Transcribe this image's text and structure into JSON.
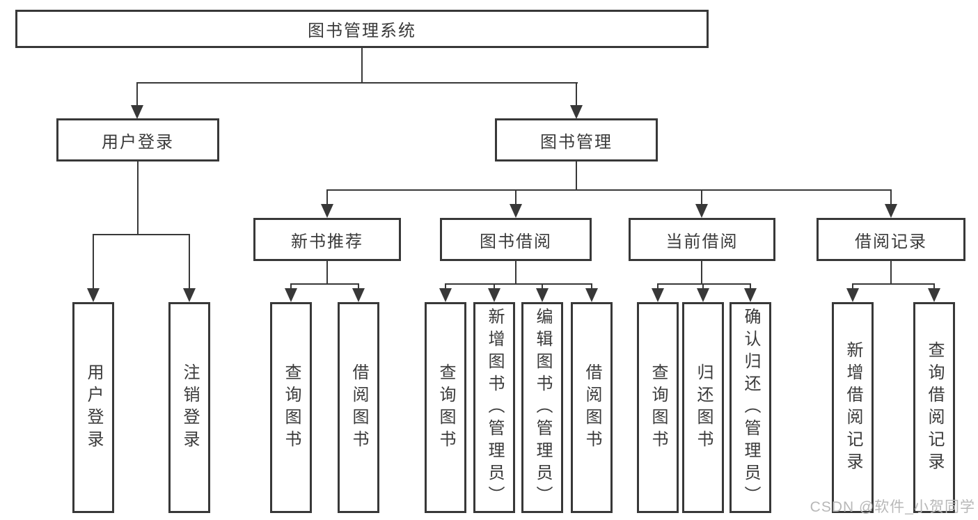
{
  "diagram": {
    "root": {
      "label": "图书管理系统"
    },
    "level2": [
      {
        "label": "用户登录"
      },
      {
        "label": "图书管理"
      }
    ],
    "level3": [
      {
        "label": "新书推荐"
      },
      {
        "label": "图书借阅"
      },
      {
        "label": "当前借阅"
      },
      {
        "label": "借阅记录"
      }
    ],
    "leaf_groups": [
      {
        "parent": "用户登录",
        "items": [
          {
            "label": "用户登录"
          },
          {
            "label": "注销登录"
          }
        ]
      },
      {
        "parent": "新书推荐",
        "items": [
          {
            "label": "查询图书"
          },
          {
            "label": "借阅图书"
          }
        ]
      },
      {
        "parent": "图书借阅",
        "items": [
          {
            "label": "查询图书"
          },
          {
            "label": "新增图书（管理员）"
          },
          {
            "label": "编辑图书（管理员）"
          },
          {
            "label": "借阅图书"
          }
        ]
      },
      {
        "parent": "当前借阅",
        "items": [
          {
            "label": "查询图书"
          },
          {
            "label": "归还图书"
          },
          {
            "label": "确认归还（管理员）"
          }
        ]
      },
      {
        "parent": "借阅记录",
        "items": [
          {
            "label": "新增借阅记录"
          },
          {
            "label": "查询借阅记录"
          }
        ]
      }
    ]
  },
  "watermark": {
    "text": "CSDN @软件_小贺同学"
  },
  "colors": {
    "line": "#383838",
    "text": "#3a3a3a",
    "watermark": "#b8b8b8",
    "background": "#ffffff"
  }
}
